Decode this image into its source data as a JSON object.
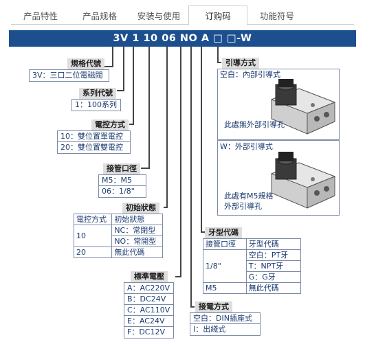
{
  "tabs": [
    {
      "label": "产品特性",
      "active": false
    },
    {
      "label": "产品规格",
      "active": false
    },
    {
      "label": "安装与使用",
      "active": false
    },
    {
      "label": "订购码",
      "active": true
    },
    {
      "label": "功能符号",
      "active": false
    }
  ],
  "model_code": "3V 1 10 06 NO A □ □-W",
  "spec": {
    "title": "規格代號",
    "value": "3V：三口二位電磁閥"
  },
  "series": {
    "title": "系列代號",
    "value": "1：100系列"
  },
  "control": {
    "title": "電控方式",
    "options": [
      "10：雙位置單電控",
      "20：雙位置雙電控"
    ]
  },
  "port": {
    "title": "接管口徑",
    "options": [
      "M5：M5",
      "06：1/8\""
    ]
  },
  "initial": {
    "title": "初始狀態",
    "headers": [
      "電控方式",
      "初始狀態"
    ],
    "row10_label": "10",
    "row10_opts": [
      "NC：常閉型",
      "NO：常開型"
    ],
    "row20_label": "20",
    "row20_opt": "無此代碼"
  },
  "voltage": {
    "title": "標準電壓",
    "options": [
      "A：AC220V",
      "B：DC24V",
      "C：AC110V",
      "E：AC24V",
      "F：DC12V"
    ]
  },
  "connection": {
    "title": "接電方式",
    "options": [
      "空白：DIN插座式",
      "I：出綫式"
    ]
  },
  "thread": {
    "title": "牙型代碼",
    "headers": [
      "接管口徑",
      "牙型代碼"
    ],
    "row1_label": "1/8\"",
    "row1_opts": [
      "空白：PT牙",
      "T：NPT牙",
      "G：G牙"
    ],
    "row2_label": "M5",
    "row2_opt": "無此代碼"
  },
  "wiring": {
    "title": "引導方式",
    "internal": {
      "label": "空白：內部引導式",
      "note": "此處無外部引導孔"
    },
    "external": {
      "label": "W：外部引導式",
      "note_line1": "此處有M5規格",
      "note_line2": "外部引導孔"
    }
  },
  "colors": {
    "bar": "#1d4f8f",
    "header_bg": "#dedede",
    "text": "#1a3a6e",
    "border": "#7d8ba8"
  }
}
